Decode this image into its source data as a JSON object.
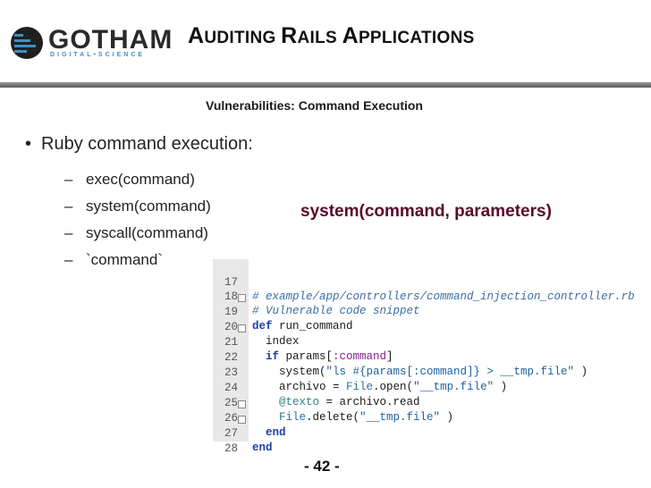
{
  "header": {
    "logo_text": "GOTHAM",
    "logo_subtext": "DIGITAL•SCIENCE",
    "title_parts": [
      {
        "big": "A",
        "small": "UDITING "
      },
      {
        "big": "R",
        "small": "AILS "
      },
      {
        "big": "A",
        "small": "PPLICATIONS"
      }
    ]
  },
  "subtitle": "Vulnerabilities: Command Execution",
  "bullet": {
    "marker": "•",
    "text": "Ruby command execution:",
    "items": [
      {
        "marker": "–",
        "text": "exec(command)"
      },
      {
        "marker": "–",
        "text": "system(command)"
      },
      {
        "marker": "–",
        "text": "syscall(command)"
      },
      {
        "marker": "–",
        "text": "`command`"
      }
    ]
  },
  "callout": "system(command, parameters)",
  "code": {
    "lines": [
      {
        "n": "17",
        "fold": false
      },
      {
        "n": "18",
        "fold": false
      },
      {
        "n": "19",
        "fold": true
      },
      {
        "n": "20",
        "fold": false
      },
      {
        "n": "21",
        "fold": true
      },
      {
        "n": "22",
        "fold": false
      },
      {
        "n": "23",
        "fold": false
      },
      {
        "n": "24",
        "fold": false
      },
      {
        "n": "25",
        "fold": false
      },
      {
        "n": "26",
        "fold": true
      },
      {
        "n": "27",
        "fold": true
      },
      {
        "n": "28",
        "fold": false
      }
    ],
    "tokens": {
      "l17": "# example/app/controllers/command_injection_controller.rb",
      "l18": "# Vulnerable code snippet",
      "l19_kw": "def",
      "l19_name": " run_command",
      "l20": "  index",
      "l21_kw": "  if",
      "l21_a": " params[",
      "l21_sym": ":command",
      "l21_b": "]",
      "l22_a": "    system(",
      "l22_str": "\"ls #{params[:command]} > __tmp.file\"",
      "l22_b": " )",
      "l23_a": "    archivo = ",
      "l23_const": "File",
      "l23_b": ".open(",
      "l23_str": "\"__tmp.file\"",
      "l23_c": " )",
      "l24_ivar": "    @texto",
      "l24_a": " = archivo.read",
      "l25_const": "    File",
      "l25_a": ".delete(",
      "l25_str": "\"__tmp.file\"",
      "l25_b": " )",
      "l26_kw": "  end",
      "l27_kw": "end"
    }
  },
  "page_number": "- 42 -",
  "colors": {
    "accent_blue": "#3f8fc8",
    "callout": "#5a0a2a"
  }
}
